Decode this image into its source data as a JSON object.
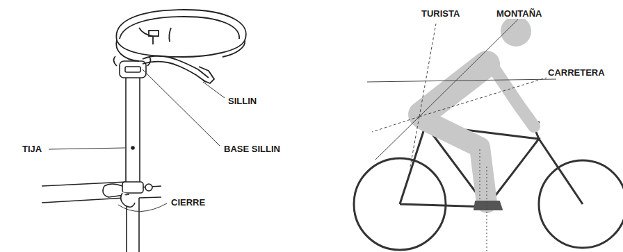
{
  "diagram": {
    "labels": [
      "SILLIN",
      "BASE SILLIN",
      "TIJA",
      "CIERRE",
      "TURISTA",
      "MONTAÑA",
      "CARRETERA"
    ]
  }
}
